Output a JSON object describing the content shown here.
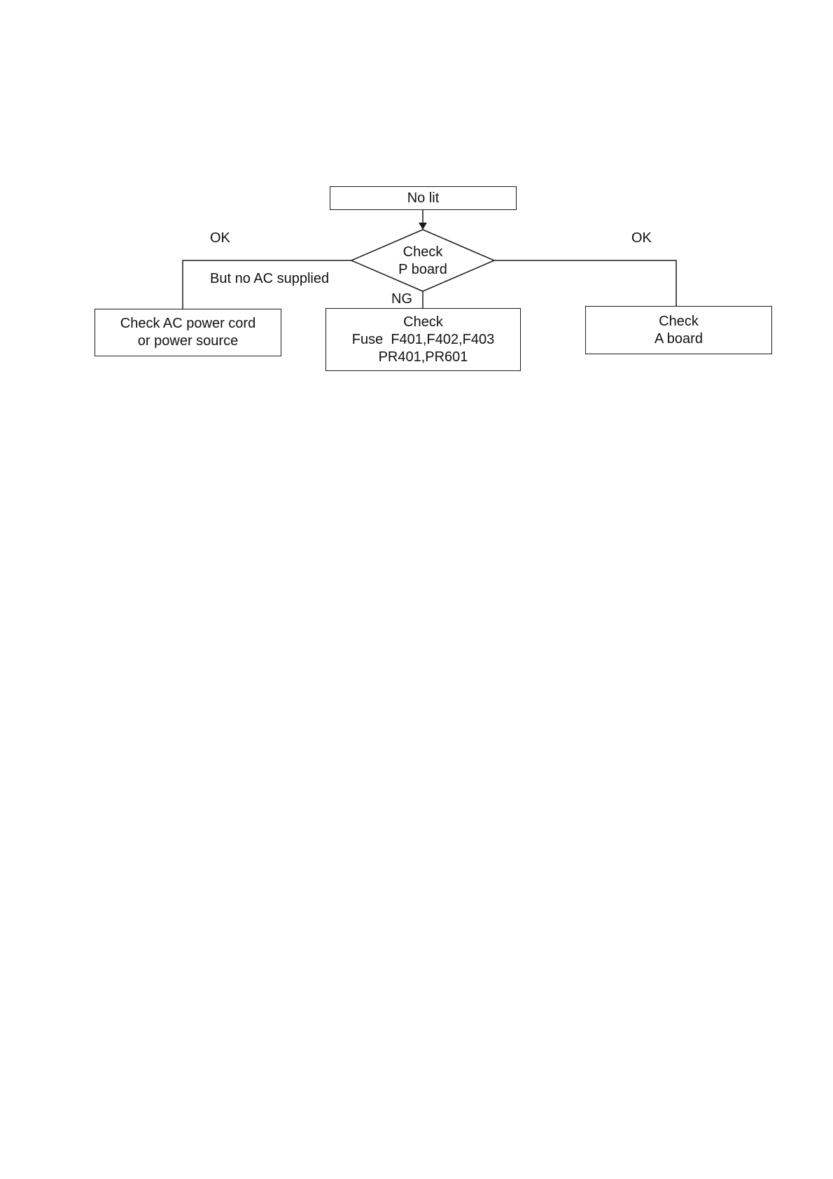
{
  "flowchart": {
    "start": {
      "label": "No lit"
    },
    "decision": {
      "line1": "Check",
      "line2": "P board"
    },
    "edges": {
      "left_ok": "OK",
      "left_note": "But no AC supplied",
      "right_ok": "OK",
      "down_ng": "NG"
    },
    "left_box": {
      "line1": "Check AC power cord",
      "line2": "or power source"
    },
    "middle_box": {
      "line1": "Check",
      "line2": "Fuse  F401,F402,F403",
      "line3": "PR401,PR601"
    },
    "right_box": {
      "line1": "Check",
      "line2": "A board"
    }
  }
}
